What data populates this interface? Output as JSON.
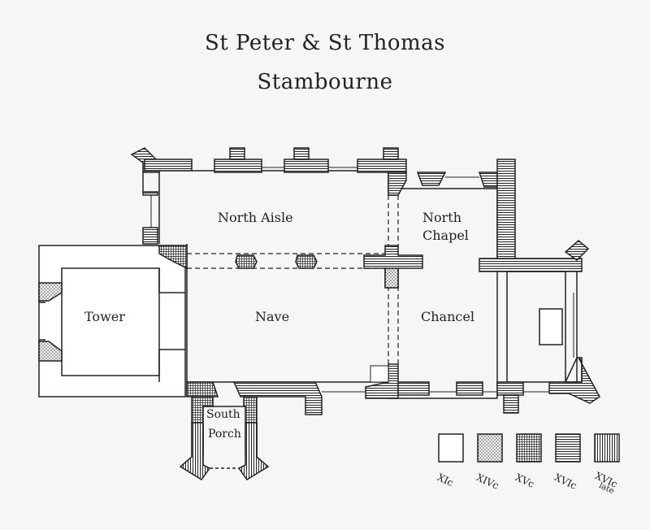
{
  "title": {
    "line1": "St Peter & St Thomas",
    "line2": "Stambourne"
  },
  "rooms": {
    "north_aisle": "North Aisle",
    "north_chapel_l1": "North",
    "north_chapel_l2": "Chapel",
    "tower": "Tower",
    "nave": "Nave",
    "chancel": "Chancel",
    "south_porch_l1": "South",
    "south_porch_l2": "Porch"
  },
  "key": [
    {
      "label": "XIc",
      "pattern": "plain"
    },
    {
      "label": "XIVc",
      "pattern": "dots"
    },
    {
      "label": "XVc",
      "pattern": "crosshatch"
    },
    {
      "label": "XVIc",
      "pattern": "horizontal"
    },
    {
      "label": "XVIc late",
      "pattern": "vertical"
    }
  ],
  "key_labels": {
    "k1": "XIc",
    "k2": "XIVc",
    "k3": "XVc",
    "k4": "XVIc",
    "k5a": "XVIc",
    "k5b": "late"
  }
}
